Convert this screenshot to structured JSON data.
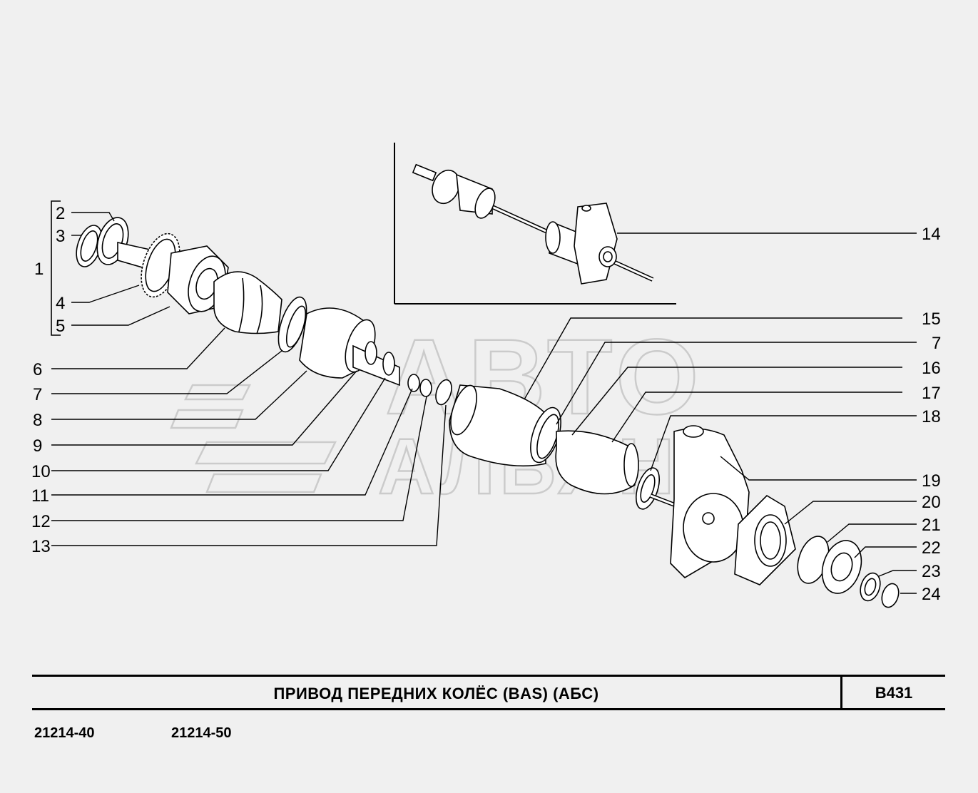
{
  "title": "ПРИВОД  ПЕРЕДНИХ  КОЛЁС  (BAS)  (АБС)",
  "code": "B431",
  "models": [
    "21214-40",
    "21214-50"
  ],
  "watermark": {
    "line1": "АВТО",
    "line2": "АЛЬЯНС"
  },
  "callouts": {
    "c1": "1",
    "c2": "2",
    "c3": "3",
    "c4": "4",
    "c5": "5",
    "c6": "6",
    "c7a": "7",
    "c8": "8",
    "c9": "9",
    "c10": "10",
    "c11": "11",
    "c12": "12",
    "c13": "13",
    "c14": "14",
    "c15": "15",
    "c7b": "7",
    "c16": "16",
    "c17": "17",
    "c18": "18",
    "c19": "19",
    "c20": "20",
    "c21": "21",
    "c22": "22",
    "c23": "23",
    "c24": "24"
  }
}
